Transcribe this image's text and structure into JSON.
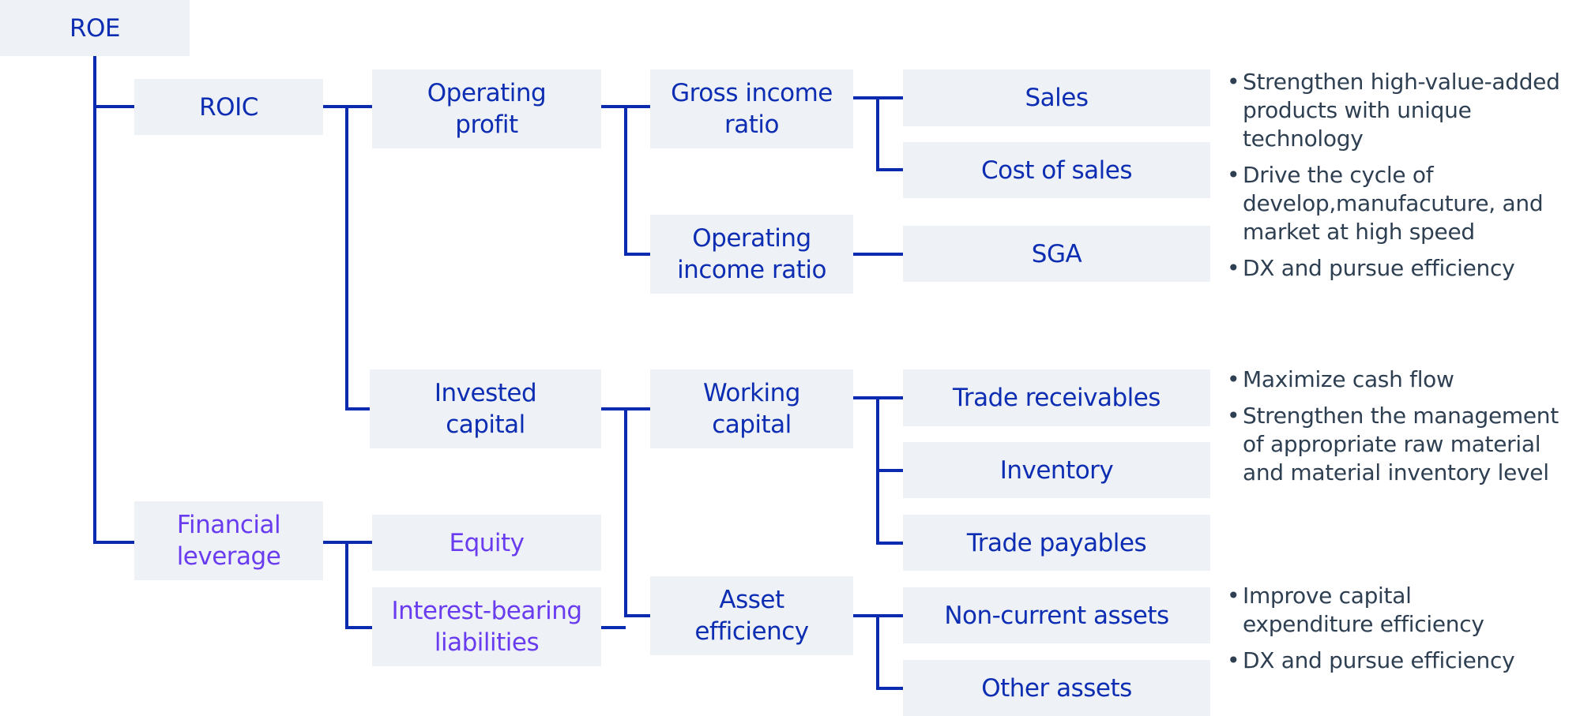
{
  "colors": {
    "line": "#0a2bb0",
    "text": "#0d2db3",
    "secondary": "#6a3cf0",
    "box": "#eef1f6",
    "note": "#2e3f52"
  },
  "nodes": {
    "roe": "ROE",
    "roic": "ROIC",
    "financial_leverage": "Financial leverage",
    "operating_profit": "Operating profit",
    "invested_capital": "Invested capital",
    "equity": "Equity",
    "interest_bearing": "Interest-bearing liabilities",
    "gross_income_ratio": "Gross income ratio",
    "operating_income_ratio": "Operating income ratio",
    "working_capital": "Working capital",
    "asset_efficiency": "Asset efficiency",
    "sales": "Sales",
    "cost_of_sales": "Cost of sales",
    "sga": "SGA",
    "trade_receivables": "Trade receivables",
    "inventory": "Inventory",
    "trade_payables": "Trade payables",
    "non_current_assets": "Non-current assets",
    "other_assets": "Other assets"
  },
  "notes": {
    "bullet": "•",
    "profit": [
      "Strengthen high-value-added products with unique technology",
      "Drive the cycle of develop,manufacuture, and market at high speed",
      "DX and pursue efficiency"
    ],
    "working": [
      "Maximize cash flow",
      "Strengthen the management of appropriate raw material and material inventory level"
    ],
    "assets": [
      "Improve capital expenditure efficiency",
      "DX and pursue efficiency"
    ]
  }
}
